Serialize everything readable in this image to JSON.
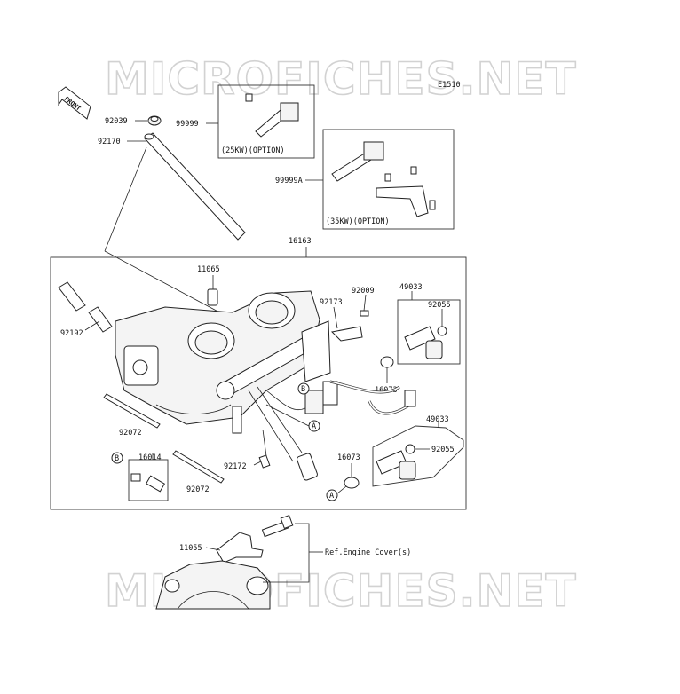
{
  "watermark": {
    "text": "MICROFICHES.NET"
  },
  "diagram_code": "E1510",
  "front_label": "FRONT",
  "options": {
    "kw25": "(25KW)(OPTION)",
    "kw35": "(35KW)(OPTION)"
  },
  "reference": "Ref.Engine Cover(s)",
  "callouts": {
    "A": "A",
    "B": "B"
  },
  "parts": {
    "p92039": "92039",
    "p92170": "92170",
    "p99999": "99999",
    "p99999A": "99999A",
    "p16163": "16163",
    "p11065": "11065",
    "p92192": "92192",
    "p92173": "92173",
    "p92009": "92009",
    "p49033a": "49033",
    "p92055a": "92055",
    "p16073a": "16073",
    "p49033b": "49033",
    "p92055b": "92055",
    "p16073b": "16073",
    "p92072a": "92072",
    "p16014": "16014",
    "p92072b": "92072",
    "p92172": "92172",
    "p11055": "11055"
  }
}
